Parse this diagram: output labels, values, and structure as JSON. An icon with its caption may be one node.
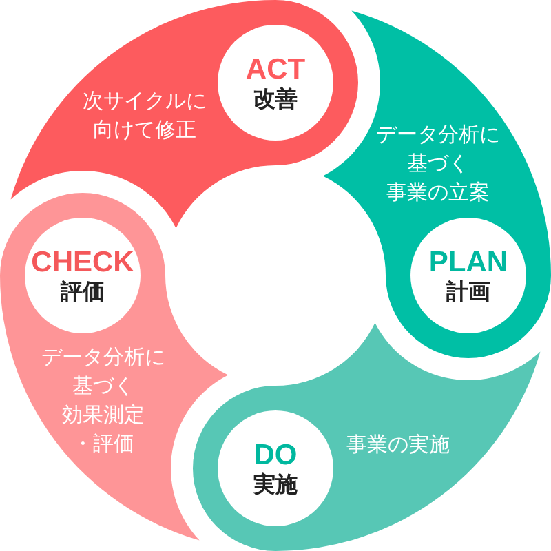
{
  "diagram": {
    "nodes": [
      {
        "text": [
          "次サイクルに向けて修正"
        ]
      },
      {
        "text": [
          "ACT",
          "改善"
        ],
        "in": 0
      },
      {
        "text": [
          "データ分析に基づく事業の立案"
        ]
      },
      {
        "text": [
          "PLAN",
          "計画"
        ],
        "in": 2
      },
      {
        "text": [
          "事業の実施"
        ]
      },
      {
        "text": [
          "DO",
          "実施"
        ],
        "in": 4
      },
      {
        "text": [
          "データ分析に基づく効果測定・評価"
        ]
      },
      {
        "text": [
          "CHECK",
          "評価"
        ],
        "in": 6
      }
    ]
  }
}
